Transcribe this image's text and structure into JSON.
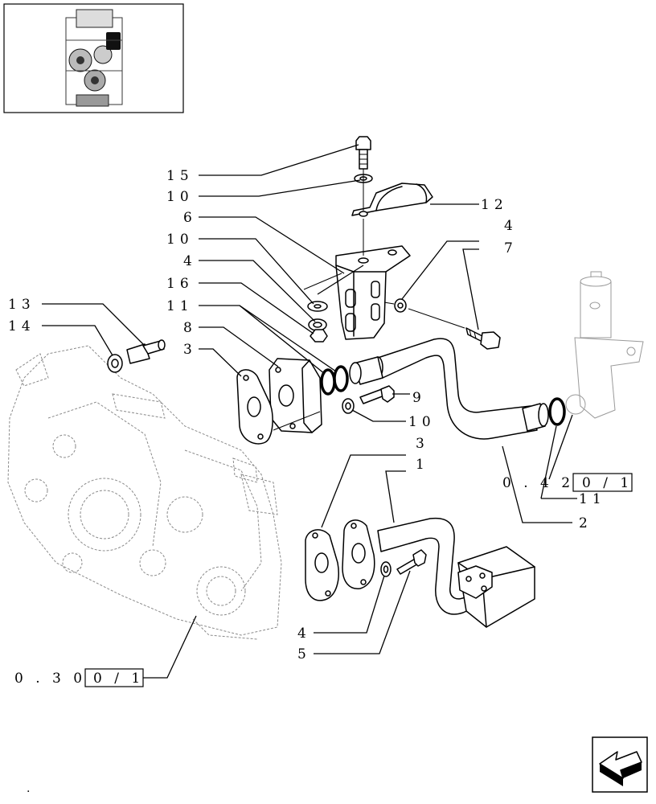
{
  "thumbnail": {
    "icon": "engine-thumbnail-icon"
  },
  "callouts": {
    "c15": "15",
    "c10a": "10",
    "c6": "6",
    "c10b": "10",
    "c4a": "4",
    "c16": "16",
    "c11a": "11",
    "c8": "8",
    "c3a": "3",
    "c13": "13",
    "c14": "14",
    "c12": "12",
    "c4b": "4",
    "c7": "7",
    "c9": "9",
    "c10c": "10",
    "c3b": "3",
    "c1": "1",
    "c11b": "11",
    "c2": "2",
    "c4c": "4",
    "c5": "5"
  },
  "references": {
    "ref_right_prefix": "0 . 4 2 .",
    "ref_right_box": "0 / 1",
    "ref_left_prefix": "0 . 3 0 .",
    "ref_left_box": "0 / 1"
  },
  "nav": {
    "icon": "next-page-arrow-icon"
  },
  "footer_mark": "."
}
